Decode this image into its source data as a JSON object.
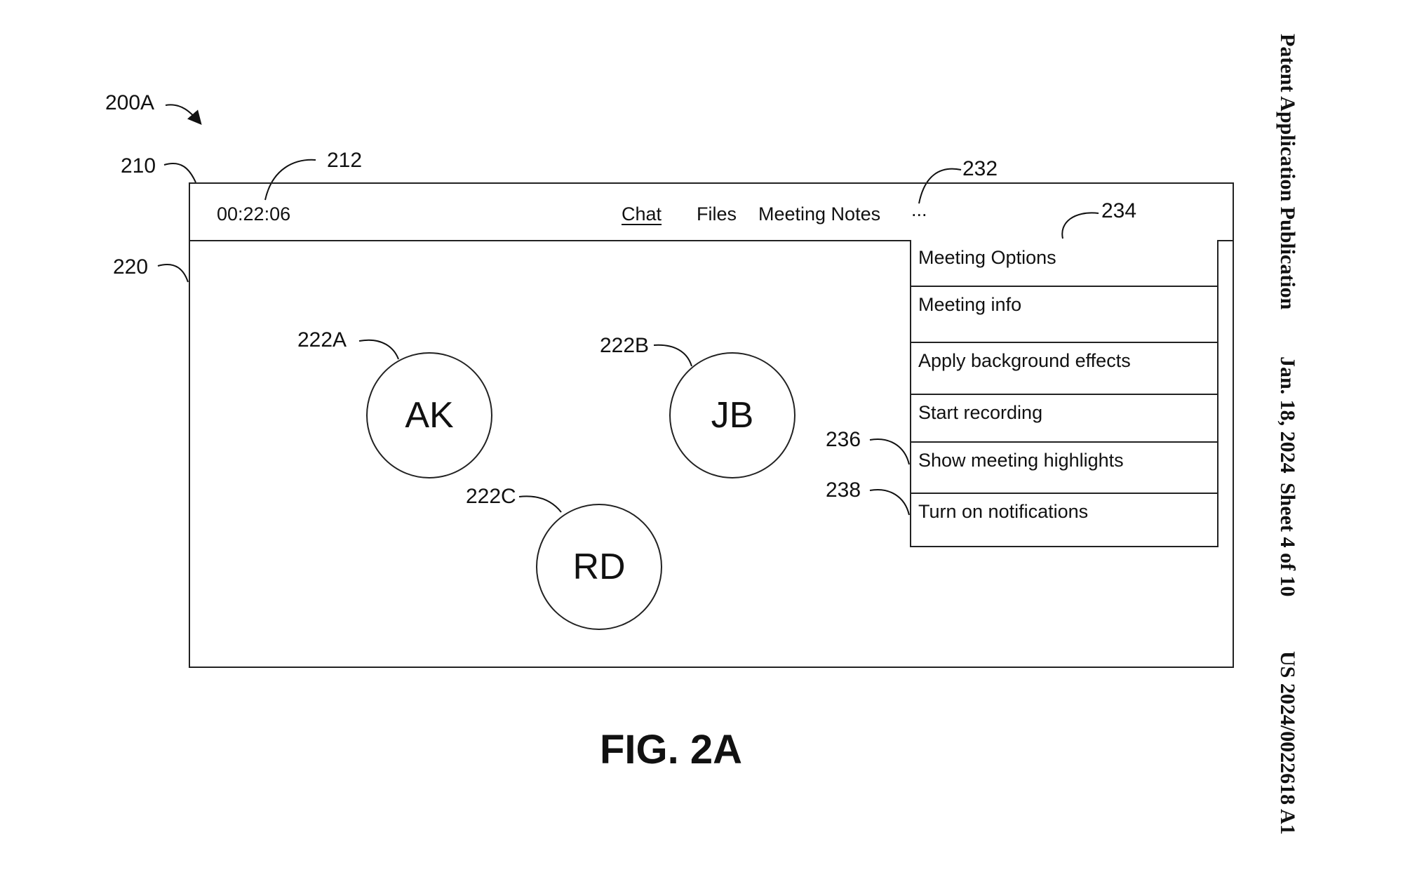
{
  "figure": {
    "label": "FIG. 2A",
    "ref_figure": "200A"
  },
  "publication_header": {
    "title": "Patent Application Publication",
    "date": "Jan. 18, 2024",
    "sheet": "Sheet 4 of 10",
    "number": "US 2024/0022618 A1"
  },
  "reference_numerals": {
    "window": "210",
    "timer": "212",
    "content_area": "220",
    "participant_a": "222A",
    "participant_b": "222B",
    "participant_c": "222C",
    "more_menu": "232",
    "dropdown": "234",
    "show_highlights": "236",
    "notifications": "238"
  },
  "title_bar": {
    "timer": "00:22:06",
    "nav": {
      "chat": "Chat",
      "files": "Files",
      "meeting_notes": "Meeting Notes",
      "more": "..."
    }
  },
  "dropdown_menu": {
    "items": [
      "Meeting Options",
      "Meeting info",
      "Apply background effects",
      "Start recording",
      "Show meeting highlights",
      "Turn on notifications"
    ]
  },
  "participants": [
    {
      "initials": "AK"
    },
    {
      "initials": "JB"
    },
    {
      "initials": "RD"
    }
  ]
}
